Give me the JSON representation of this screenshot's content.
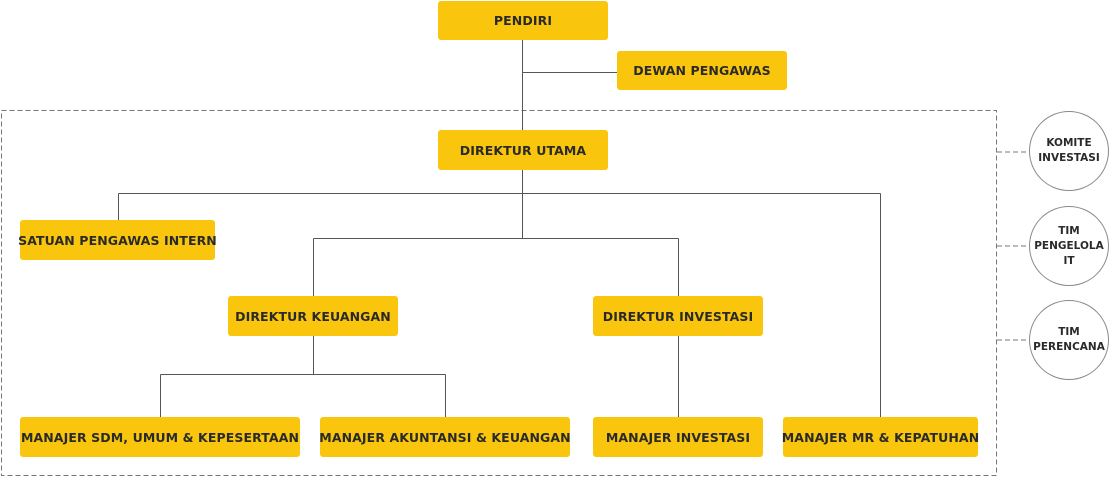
{
  "org_chart": {
    "colors": {
      "box": "#F9C60D",
      "line": "#555555",
      "dashed_border": "#777777",
      "text": "#2a2a2a"
    },
    "nodes": {
      "pendiri": "PENDIRI",
      "dewan_pengawas": "DEWAN PENGAWAS",
      "direktur_utama": "DIREKTUR UTAMA",
      "satuan_pengawas_intern": "SATUAN PENGAWAS INTERN",
      "direktur_keuangan": "DIREKTUR KEUANGAN",
      "direktur_investasi": "DIREKTUR INVESTASI",
      "manajer_sdm": "MANAJER SDM, UMUM & KEPESERTAAN",
      "manajer_akuntansi": "MANAJER AKUNTANSI & KEUANGAN",
      "manajer_investasi": "MANAJER INVESTASI",
      "manajer_mr": "MANAJER MR & KEPATUHAN"
    },
    "committees": {
      "komite_investasi": "KOMITE\nINVESTASI",
      "tim_pengelola_it": "TIM\nPENGELOLA\nIT",
      "tim_perencana": "TIM\nPERENCANA"
    }
  }
}
